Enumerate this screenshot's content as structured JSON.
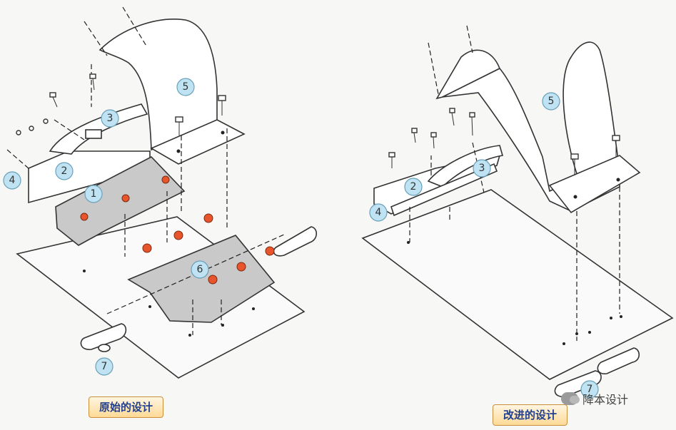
{
  "captions": {
    "original": "原始的设计",
    "improved": "改进的设计"
  },
  "watermark": {
    "text": "降本设计",
    "icon": "wechat-icon"
  },
  "left_callouts": [
    "1",
    "2",
    "3",
    "4",
    "5",
    "6",
    "7"
  ],
  "right_callouts": [
    "2",
    "3",
    "4",
    "5",
    "7"
  ],
  "colors": {
    "highlight_bolt": "#e8542c",
    "callout_fill": "#bfe3f2",
    "caption_text": "#1f3f8f"
  }
}
